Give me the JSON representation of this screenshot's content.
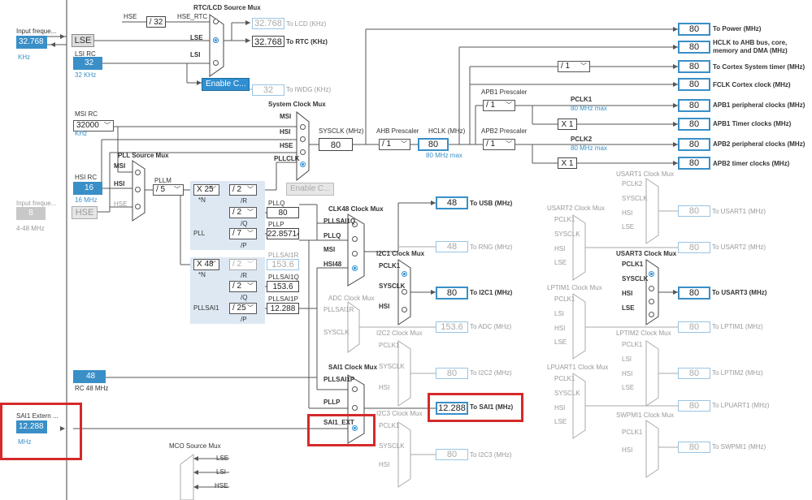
{
  "inputs": {
    "lse_in": {
      "title": "Input freque...",
      "value": "32.768",
      "unit": "KHz"
    },
    "lse_btn": "LSE",
    "lsi_rc": {
      "title": "LSI RC",
      "value": "32",
      "unit": "32 KHz"
    },
    "msi_rc": {
      "title": "MSI RC",
      "value": "32000",
      "unit": "KHz"
    },
    "hsi_rc": {
      "title": "HSI RC",
      "value": "16",
      "unit": "16 MHz"
    },
    "hse_in": {
      "title": "Input freque...",
      "value": "8",
      "range": "4-48 MHz"
    },
    "hse_btn": "HSE",
    "rc48": {
      "value": "48",
      "unit": "RC 48 MHz"
    },
    "sai1_ext": {
      "title": "SAI1 Extern ...",
      "value": "12.288",
      "unit": "MHz"
    }
  },
  "rtc": {
    "title": "RTC/LCD Source Mux",
    "hse_label": "HSE",
    "div": "/ 32",
    "hse_rtc": "HSE_RTC",
    "lse": "LSE",
    "lsi": "LSI",
    "lcd_val": "32.768",
    "lcd_label": "To LCD (KHz)",
    "rtc_val": "32.768",
    "rtc_label": "To RTC (KHz)",
    "enable_css": "Enable C...",
    "iwdg_val": "32",
    "iwdg_label": "To IWDG (KHz)"
  },
  "sysclk": {
    "title": "System Clock Mux",
    "msi": "MSI",
    "hsi": "HSI",
    "hse": "HSE",
    "pllclk": "PLLCLK",
    "enable_css2": "Enable C...",
    "sysclk_label": "SYSCLK (MHz)",
    "sysclk_val": "80",
    "ahb_label": "AHB Prescaler",
    "ahb_sel": "/ 1",
    "hclk_label": "HCLK (MHz)",
    "hclk_val": "80",
    "hclk_max": "80 MHz max"
  },
  "outputs_top": [
    {
      "val": "80",
      "label": "To Power (MHz)"
    },
    {
      "val": "80",
      "label": "HCLK to AHB bus, core, memory and DMA (MHz)"
    },
    {
      "val": "80",
      "label": "To Cortex System timer (MHz)"
    },
    {
      "val": "80",
      "label": "FCLK Cortex clock (MHz)"
    },
    {
      "val": "80",
      "label": "APB1 peripheral clocks (MHz)"
    },
    {
      "val": "80",
      "label": "APB1 Timer clocks (MHz)"
    },
    {
      "val": "80",
      "label": "APB2 peripheral clocks (MHz)"
    },
    {
      "val": "80",
      "label": "APB2 timer clocks (MHz)"
    }
  ],
  "apb": {
    "cortex_div": "/ 1",
    "apb1_label": "APB1 Prescaler",
    "apb1_sel": "/ 1",
    "pclk1": "PCLK1",
    "pclk1_max": "80 MHz max",
    "x1a": "X 1",
    "apb2_label": "APB2 Prescaler",
    "apb2_sel": "/ 1",
    "pclk2": "PCLK2",
    "pclk2_max": "80 MHz max",
    "x1b": "X 1"
  },
  "pll": {
    "src_title": "PLL Source Mux",
    "msi": "MSI",
    "hsi": "HSI",
    "hse": "HSE",
    "pllm_label": "PLLM",
    "pllm_sel": "/ 5",
    "n_sel": "X 25",
    "n_label": "*N",
    "r_sel": "/ 2",
    "r_label": "/R",
    "q_sel": "/ 2",
    "q_label": "/Q",
    "p_sel": "/ 7",
    "p_label": "/P",
    "pll_label": "PLL",
    "pllq": "PLLQ",
    "pllq_val": "80",
    "pllp": "PLLP",
    "pllp_val": "22.857142",
    "sai1_n_sel": "X 48",
    "sai1_r_sel": "/ 2",
    "sai1_q_sel": "/ 2",
    "sai1_p_sel": "/ 25",
    "pllsai1_label": "PLLSAI1",
    "pllsai1r": "PLLSAI1R",
    "pllsai1r_val": "153.6",
    "pllsai1q": "PLLSAI1Q",
    "pllsai1q_val": "153.6",
    "pllsai1p": "PLLSAI1P",
    "pllsai1p_val": "12.288"
  },
  "clk48": {
    "title": "CLK48 Clock Mux",
    "in1": "PLLSAI1Q",
    "in2": "PLLQ",
    "in3": "MSI",
    "in4": "HSI48",
    "usb_val": "48",
    "usb_label": "To USB (MHz)",
    "rng_val": "48",
    "rng_label": "To RNG (MHz)"
  },
  "i2c1": {
    "title": "I2C1 Clock Mux",
    "in1": "PCLK1",
    "in2": "SYSCLK",
    "in3": "HSI",
    "val": "80",
    "label": "To I2C1 (MHz)"
  },
  "adc": {
    "title": "ADC Clock Mux",
    "in1": "PLLSAI1R",
    "in2": "SYSCLK",
    "val": "153.6",
    "label": "To ADC (MHz)"
  },
  "i2c2": {
    "title": "I2C2 Clock Mux",
    "in1": "PCLK1",
    "in2": "SYSCLK",
    "in3": "HSI",
    "val": "80",
    "label": "To I2C2 (MHz)"
  },
  "sai1": {
    "title": "SAI1 Clock Mux",
    "in1": "PLLSAI1P",
    "in2": "PLLP",
    "in3": "SAI1_EXT",
    "val": "12.288",
    "label": "To SAI1 (MHz)"
  },
  "i2c3": {
    "title": "I2C3 Clock Mux",
    "in1": "PCLK1",
    "in2": "SYSCLK",
    "in3": "HSI",
    "val": "80",
    "label": "To I2C3 (MHz)"
  },
  "mco": {
    "title": "MCO Source Mux",
    "in1": "LSE",
    "in2": "LSI",
    "in3": "HSE"
  },
  "usart1": {
    "title": "USART1 Clock Mux",
    "in1": "PCLK2",
    "in2": "SYSCLK",
    "in3": "HSI",
    "in4": "LSE",
    "val": "80",
    "label": "To USART1 (MHz)"
  },
  "usart2": {
    "title": "USART2 Clock Mux",
    "in1": "PCLK1",
    "in2": "SYSCLK",
    "in3": "HSI",
    "in4": "LSE",
    "val": "80",
    "label": "To USART2 (MHz)"
  },
  "usart3": {
    "title": "USART3 Clock Mux",
    "in1": "PCLK1",
    "in2": "SYSCLK",
    "in3": "HSI",
    "in4": "LSE",
    "val": "80",
    "label": "To USART3 (MHz)"
  },
  "lptim1": {
    "title": "LPTIM1 Clock Mux",
    "in1": "PCLK1",
    "in2": "LSI",
    "in3": "HSI",
    "in4": "LSE",
    "val": "80",
    "label": "To LPTIM1 (MHz)"
  },
  "lptim2": {
    "title": "LPTIM2 Clock Mux",
    "in1": "PCLK1",
    "in2": "LSI",
    "in3": "HSI",
    "in4": "LSE",
    "val": "80",
    "label": "To LPTIM2 (MHz)"
  },
  "lpuart1": {
    "title": "LPUART1 Clock Mux",
    "in1": "PCLK1",
    "in2": "SYSCLK",
    "in3": "HSI",
    "in4": "LSE",
    "val": "80",
    "label": "To LPUART1 (MHz)"
  },
  "swpmi1": {
    "title": "SWPMI1 Clock Mux",
    "in1": "PCLK1",
    "in2": "HSI",
    "val": "80",
    "label": "To SWPMI1 (MHz)"
  },
  "colors": {
    "accent": "#3a8fc7",
    "highlight": "#d42a2a",
    "pll_bg": "#dde8f3"
  }
}
